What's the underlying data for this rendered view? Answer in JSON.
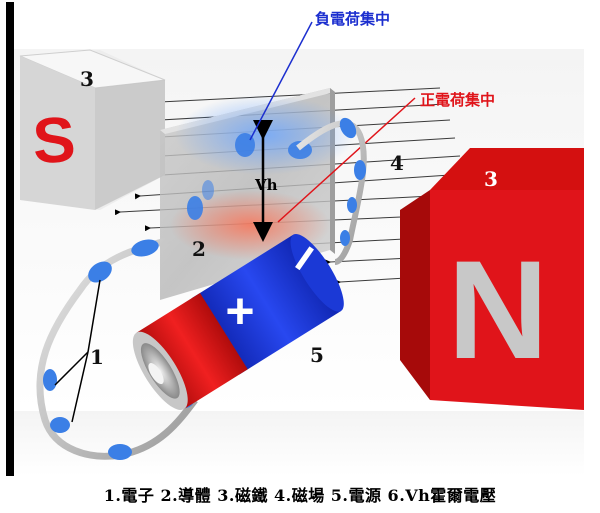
{
  "labels": {
    "negative_charge": "負電荷集中",
    "positive_charge": "正電荷集中",
    "hall_voltage": "Vh",
    "magnet_left_num": "3",
    "magnet_right_num": "3",
    "magnet_left_pole": "S",
    "magnet_right_pole": "N",
    "conductor_num": "2",
    "field_num": "4",
    "electron_num": "1",
    "battery_num": "5",
    "battery_plus": "+",
    "battery_minus": "−"
  },
  "caption": "1.電子 2.導體 3.磁鐵 4.磁場 5.電源 6.Vh霍爾電壓",
  "colors": {
    "negative_label": "#1c2fcf",
    "positive_label": "#e0141a",
    "magnet_red": "#e0141a",
    "magnet_grey": "#dcdcdc",
    "electron_blue": "#3b7fe6",
    "battery_blue": "#1636d8",
    "battery_red": "#e01313"
  }
}
